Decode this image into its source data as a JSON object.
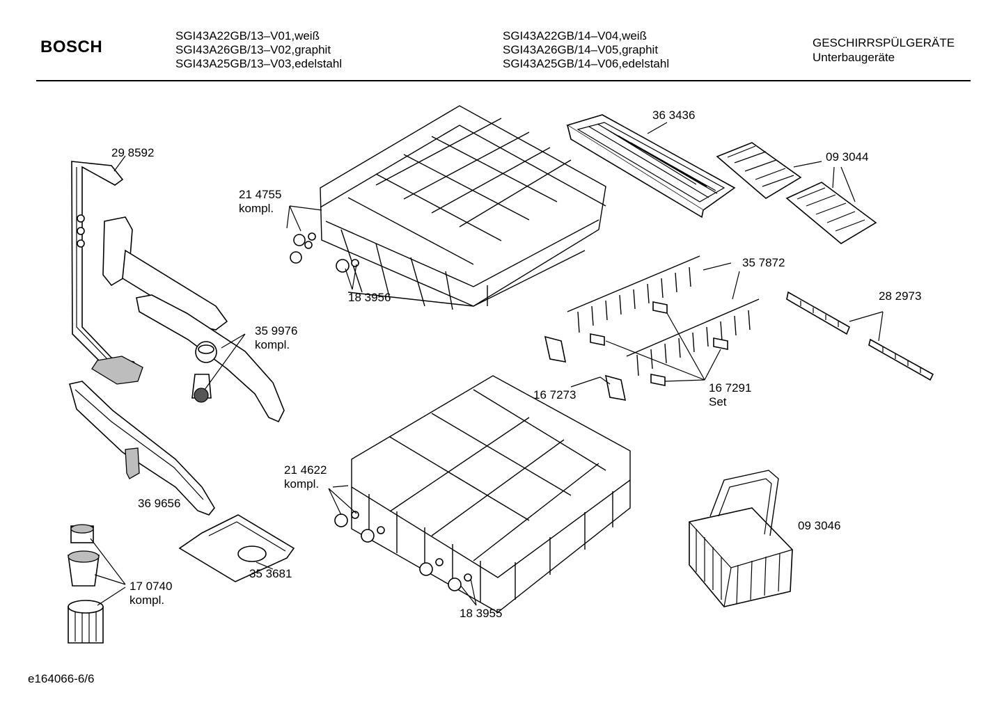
{
  "header": {
    "brand": "BOSCH",
    "models_col1": [
      "SGI43A22GB/13–V01,weiß",
      "SGI43A26GB/13–V02,graphit",
      "SGI43A25GB/13–V03,edelstahl"
    ],
    "models_col2": [
      "SGI43A22GB/14–V04,weiß",
      "SGI43A26GB/14–V05,graphit",
      "SGI43A25GB/14–V06,edelstahl"
    ],
    "category": "GESCHIRRSPÜLGERÄTE",
    "subcategory": "Unterbaugeräte"
  },
  "parts": [
    {
      "id": "p298592",
      "lines": [
        "29 8592"
      ]
    },
    {
      "id": "p214755",
      "lines": [
        "21 4755",
        "kompl."
      ]
    },
    {
      "id": "p183956",
      "lines": [
        "18 3956"
      ]
    },
    {
      "id": "p363436",
      "lines": [
        "36 3436"
      ]
    },
    {
      "id": "p093044",
      "lines": [
        "09 3044"
      ]
    },
    {
      "id": "p357872",
      "lines": [
        "35 7872"
      ]
    },
    {
      "id": "p282973",
      "lines": [
        "28 2973"
      ]
    },
    {
      "id": "p359976",
      "lines": [
        "35 9976",
        "kompl."
      ]
    },
    {
      "id": "p167273",
      "lines": [
        "16 7273"
      ]
    },
    {
      "id": "p167291",
      "lines": [
        "16 7291",
        "Set"
      ]
    },
    {
      "id": "p369656",
      "lines": [
        "36 9656"
      ]
    },
    {
      "id": "p214622",
      "lines": [
        "21 4622",
        "kompl."
      ]
    },
    {
      "id": "p093046",
      "lines": [
        "09 3046"
      ]
    },
    {
      "id": "p353681",
      "lines": [
        "35 3681"
      ]
    },
    {
      "id": "p170740",
      "lines": [
        "17 0740",
        "kompl."
      ]
    },
    {
      "id": "p183955",
      "lines": [
        "18 3955"
      ]
    }
  ],
  "footer": {
    "drawing_id": "e164066-6/6"
  }
}
